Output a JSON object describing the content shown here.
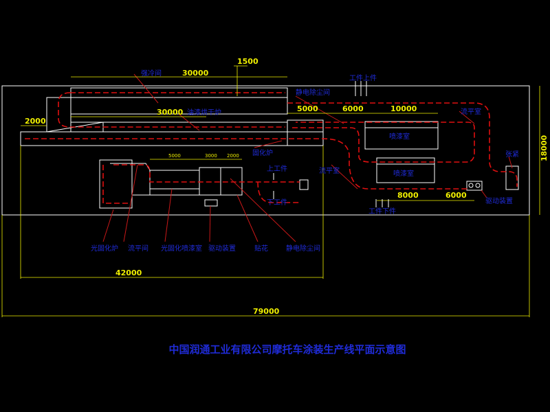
{
  "title": "中国润通工业有限公司摩托车涂装生产线平面示意图",
  "dimensions": {
    "d30000_top": "30000",
    "d1500": "1500",
    "d30000_mid": "30000",
    "d2000": "2000",
    "d5000": "5000",
    "d6000_a": "6000",
    "d10000": "10000",
    "d18000": "18000",
    "d8000": "8000",
    "d6000_b": "6000",
    "d42000": "42000",
    "d79000": "79000",
    "small_5000": "5000",
    "small_3000": "3000",
    "small_2000": "2000"
  },
  "labels": {
    "cooling_room": "强冷间",
    "electrostatic_dust_top": "静电除尘间",
    "load_top": "工件上件",
    "paint_dry_oven": "油漆烘干炉",
    "spray_booth": "喷漆室",
    "leveling_room_right": "流平室",
    "curing_oven": "固化炉",
    "leveling_room_mid": "流平室",
    "spray_booth_lower": "喷漆室",
    "load_mid": "上工件",
    "unload_mid": "下工件",
    "tension": "张紧",
    "drive_right": "驱动装置",
    "unload_bottom": "工件下件",
    "gloss_curing_oven": "光固化炉",
    "leveling_room_bottom": "流平间",
    "gloss_spray_booth": "光固化喷漆室",
    "drive_bottom": "驱动装置",
    "decal": "贴花",
    "electrostatic_dust_bottom": "静电除尘间"
  },
  "colors": {
    "background": "#000000",
    "outline": "#ffffff",
    "conveyor": "#e01010",
    "dimension": "#f0f000",
    "label": "#1f2bd6"
  }
}
